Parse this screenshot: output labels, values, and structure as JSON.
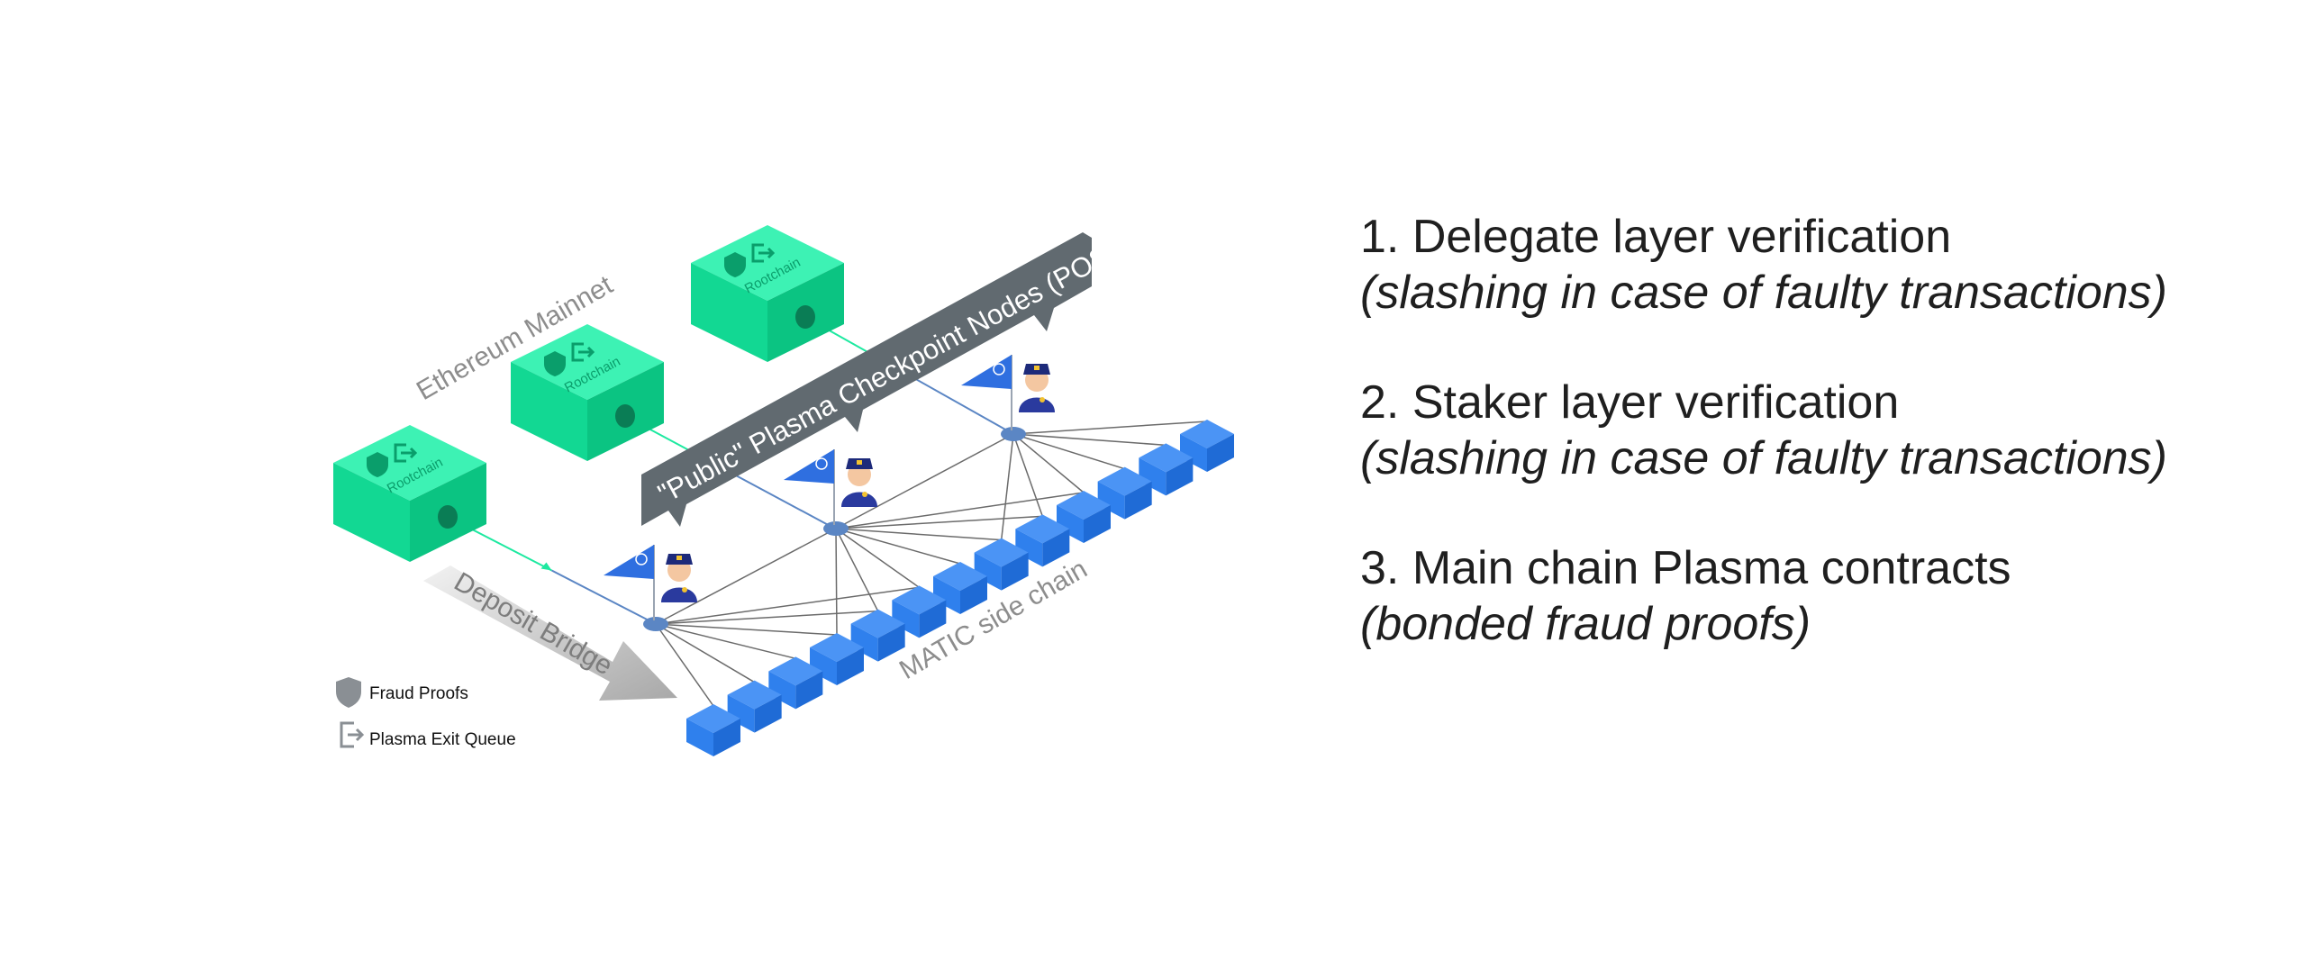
{
  "diagram": {
    "ethereum_label": "Ethereum Mainnet",
    "rootchain_label": "Rootchain",
    "checkpoint_banner": "\"Public\" Plasma Checkpoint Nodes (POS)",
    "deposit_bridge_label": "Deposit Bridge",
    "sidechain_label": "MATIC side chain",
    "colors": {
      "rootchain": "#1de9a0",
      "sidechain_block": "#2f80ed",
      "banner": "#616a70",
      "node": "#5b86c4",
      "legend_icon": "#8a8f94"
    }
  },
  "legend": [
    {
      "icon": "shield-icon",
      "label": "Fraud Proofs"
    },
    {
      "icon": "exit-icon",
      "label": "Plasma Exit Queue"
    }
  ],
  "points": [
    {
      "title": "1. Delegate layer verification",
      "note": "(slashing in case of faulty transactions)"
    },
    {
      "title": "2. Staker layer verification",
      "note": "(slashing in case of faulty transactions)"
    },
    {
      "title": "3. Main chain Plasma contracts",
      "note": "(bonded fraud proofs)"
    }
  ]
}
